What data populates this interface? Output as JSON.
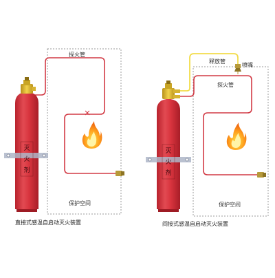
{
  "left_diagram": {
    "caption": "直接式感温自启动灭火装置",
    "tube_label": "探火管",
    "zone_label": "保护空间",
    "cylinder_label_lines": [
      "灭",
      "火",
      "剂"
    ]
  },
  "right_diagram": {
    "caption": "间接式感温自启动灭火装置",
    "release_label": "释放管",
    "nozzle_label": "喷嘴",
    "tube_label": "探火管",
    "zone_label": "保护空间",
    "cylinder_label_lines": [
      "灭",
      "火",
      "剂"
    ]
  },
  "colors": {
    "cylinder": "#d8343e",
    "tube": "#d23a45",
    "release_tube": "#f2dc4a",
    "valve": "#e6c21e",
    "dashed_border": "#9a9a9a",
    "bracket": "#aeb6c8",
    "end_fitting": "#b79a3a"
  },
  "icons": {
    "flame": "flame-icon",
    "nozzle": "nozzle-icon",
    "valve": "valve-icon"
  }
}
